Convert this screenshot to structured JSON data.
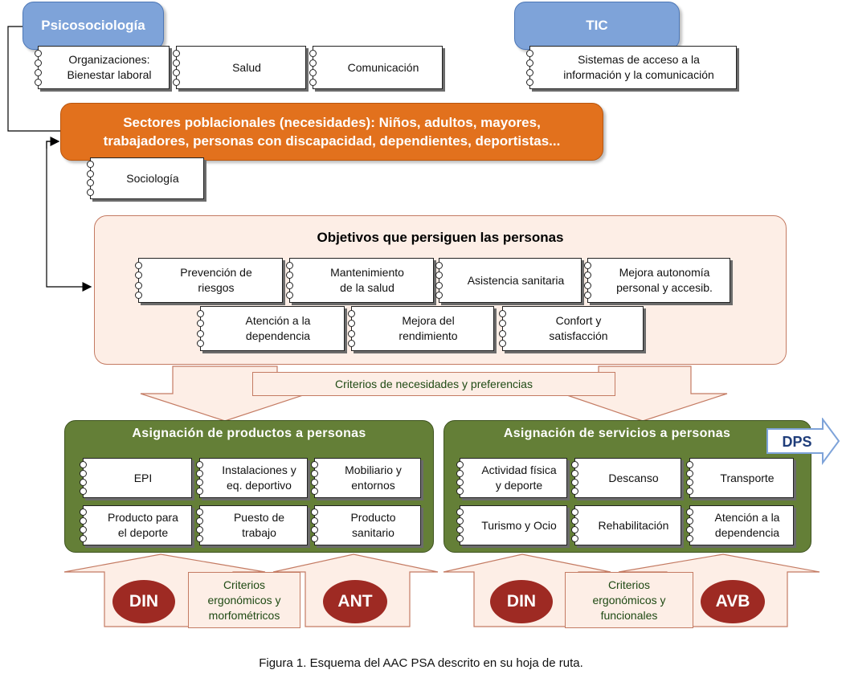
{
  "top": {
    "psicosociologia": "Psicosociología",
    "tic": "TIC",
    "psico_notes": [
      {
        "line1": "Organizaciones:",
        "line2": "Bienestar laboral"
      },
      {
        "line1": "Salud",
        "line2": ""
      },
      {
        "line1": "Comunicación",
        "line2": ""
      }
    ],
    "tic_note": {
      "line1": "Sistemas de acceso a la",
      "line2": "información y la comunicación"
    }
  },
  "sectores": {
    "line1": "Sectores poblacionales (necesidades): Niños, adultos, mayores,",
    "line2": "trabajadores, personas con discapacidad, dependientes, deportistas...",
    "note": "Sociología"
  },
  "objetivos": {
    "title": "Objetivos que persiguen las personas",
    "row1": [
      {
        "line1": "Prevención de",
        "line2": "riesgos"
      },
      {
        "line1": "Mantenimiento",
        "line2": "de la salud"
      },
      {
        "line1": "Asistencia sanitaria",
        "line2": ""
      },
      {
        "line1": "Mejora autonomía",
        "line2": "personal y accesib."
      }
    ],
    "row2": [
      {
        "line1": "Atención a la",
        "line2": "dependencia"
      },
      {
        "line1": "Mejora del",
        "line2": "rendimiento"
      },
      {
        "line1": "Confort y",
        "line2": "satisfacción"
      }
    ]
  },
  "criterios_necesidades": "Criterios de necesidades y preferencias",
  "productos": {
    "title": "Asignación de productos a personas",
    "items": [
      {
        "line1": "EPI",
        "line2": ""
      },
      {
        "line1": "Instalaciones y",
        "line2": "eq. deportivo"
      },
      {
        "line1": "Mobiliario y",
        "line2": "entornos"
      },
      {
        "line1": "Producto para",
        "line2": "el deporte"
      },
      {
        "line1": "Puesto de",
        "line2": "trabajo"
      },
      {
        "line1": "Producto",
        "line2": "sanitario"
      }
    ],
    "criterios": {
      "line1": "Criterios",
      "line2": "ergonómicos y",
      "line3": "morfométricos"
    },
    "left_ellipse": "DIN",
    "right_ellipse": "ANT"
  },
  "servicios": {
    "title": "Asignación de servicios a personas",
    "dps": "DPS",
    "items": [
      {
        "line1": "Actividad física",
        "line2": "y deporte"
      },
      {
        "line1": "Descanso",
        "line2": ""
      },
      {
        "line1": "Transporte",
        "line2": ""
      },
      {
        "line1": "Turismo y Ocio",
        "line2": ""
      },
      {
        "line1": "Rehabilitación",
        "line2": ""
      },
      {
        "line1": "Atención a la",
        "line2": "dependencia"
      }
    ],
    "criterios": {
      "line1": "Criterios",
      "line2": "ergonómicos y",
      "line3": "funcionales"
    },
    "left_ellipse": "DIN",
    "right_ellipse": "AVB"
  },
  "caption": "Figura 1. Esquema del AAC PSA descrito en su hoja de ruta.",
  "colors": {
    "blue": "#7ea3d9",
    "orange": "#e2711d",
    "peach": "#fdeee6",
    "green": "#647f37",
    "ellipse": "#9e2a23"
  }
}
